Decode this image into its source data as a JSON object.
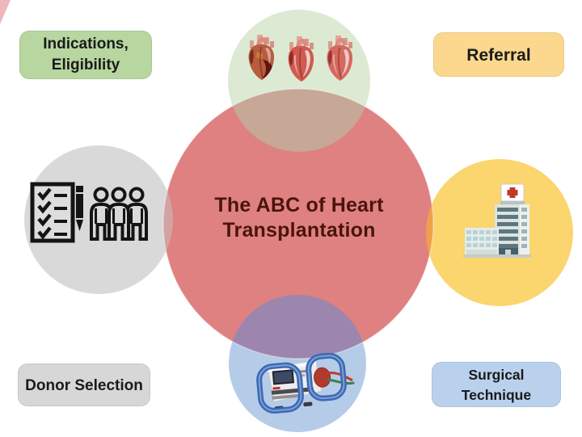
{
  "figure": {
    "title_line1": "The ABC of Heart",
    "title_line2": "Transplantation"
  },
  "labels": {
    "top_left_line1": "Indications,",
    "top_left_line2": "Eligibility",
    "top_right": "Referral",
    "bottom_left": "Donor Selection",
    "bottom_right_line1": "Surgical",
    "bottom_right_line2": "Technique"
  },
  "colors": {
    "center_circle": "#df8181",
    "top_circle": "#dcead4",
    "left_circle": "#d9d9d9",
    "right_circle": "#fbd56e",
    "bottom_circle": "#b4cce8",
    "top_overlap": "#c7a795",
    "left_overlap": "#d2a3a3",
    "right_overlap": "#efa04c",
    "bottom_overlap": "#9c86ae",
    "label_green_bg": "#b7d6a0",
    "label_yellow_bg": "#fbd88e",
    "label_gray_bg": "#d7d7d7",
    "label_blue_bg": "#b9d1ed",
    "title_text": "#4a140e",
    "label_text": "#1a1a1a"
  },
  "icons": {
    "top": "anatomical-hearts-icon",
    "left": "checklist-and-people-icon",
    "right": "hospital-icon",
    "bottom": "organ-care-system-icon"
  }
}
